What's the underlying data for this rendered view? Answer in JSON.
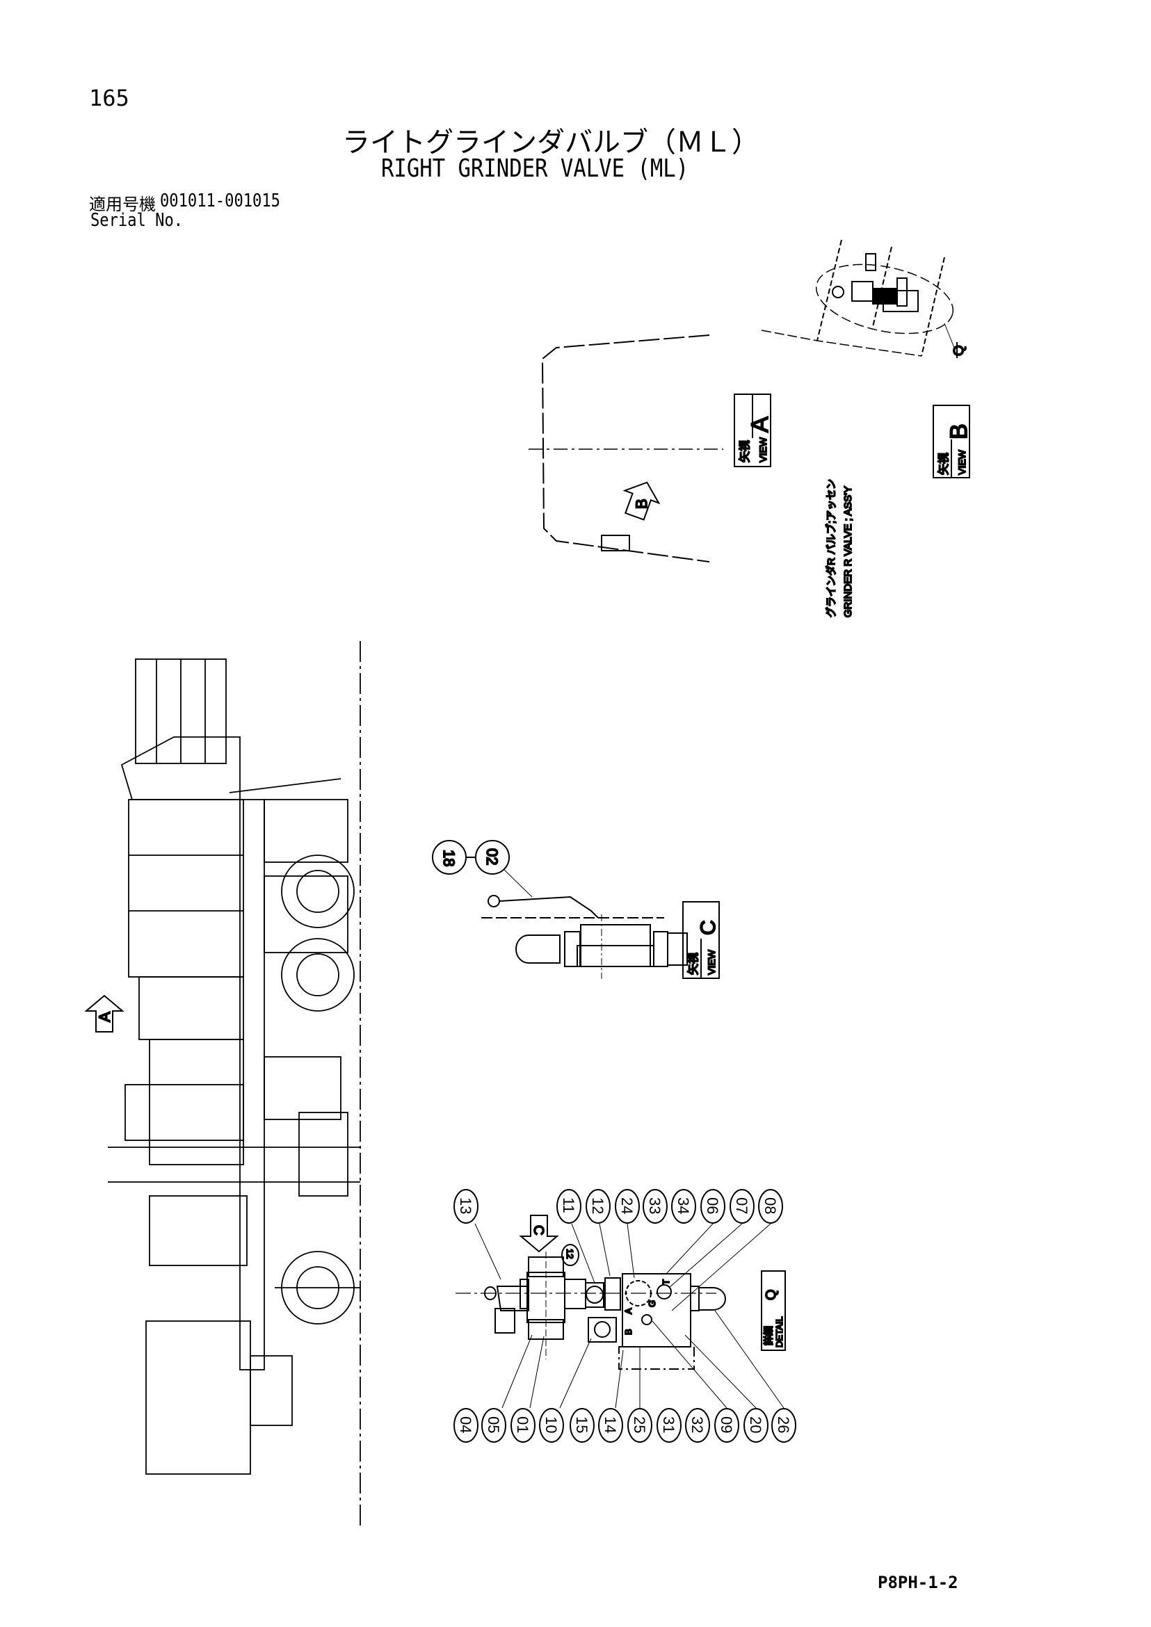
{
  "page_number": "165",
  "title_jp": "ライトグラインダバルブ（ＭＬ）",
  "title_en": "RIGHT GRINDER VALVE (ML)",
  "serial_label_jp": "適用号機",
  "serial_range": "001011-001015",
  "serial_label_en": "Serial No.",
  "view_a": {
    "jp": "矢視",
    "en": "VIEW",
    "letter": "A"
  },
  "view_b": {
    "jp": "矢視",
    "en": "VIEW",
    "letter": "B"
  },
  "view_c": {
    "jp": "矢視",
    "en": "VIEW",
    "letter": "C"
  },
  "detail_q": {
    "jp": "詳細",
    "en": "DETAIL",
    "letter": "Q"
  },
  "assy_label_jp": "グラインダR バルブ;アッセン",
  "assy_label_en": "GRINDER R VALVE ; ASS'Y",
  "arrow_labels": {
    "a": "A",
    "b": "B",
    "c": "C",
    "q": "Q"
  },
  "port_labels": {
    "a": "A",
    "b": "B",
    "g": "G",
    "t": "T"
  },
  "view_c_balloons": [
    "18",
    "02"
  ],
  "detail_balloons_top": [
    "13",
    "11",
    "12",
    "24",
    "33",
    "34",
    "06",
    "07",
    "08"
  ],
  "detail_balloons_bottom": [
    "04",
    "05",
    "01",
    "10",
    "15",
    "14",
    "25",
    "31",
    "32",
    "09",
    "20",
    "26"
  ],
  "small_balloon": "12",
  "drawing_code": "P8PH-1-2"
}
